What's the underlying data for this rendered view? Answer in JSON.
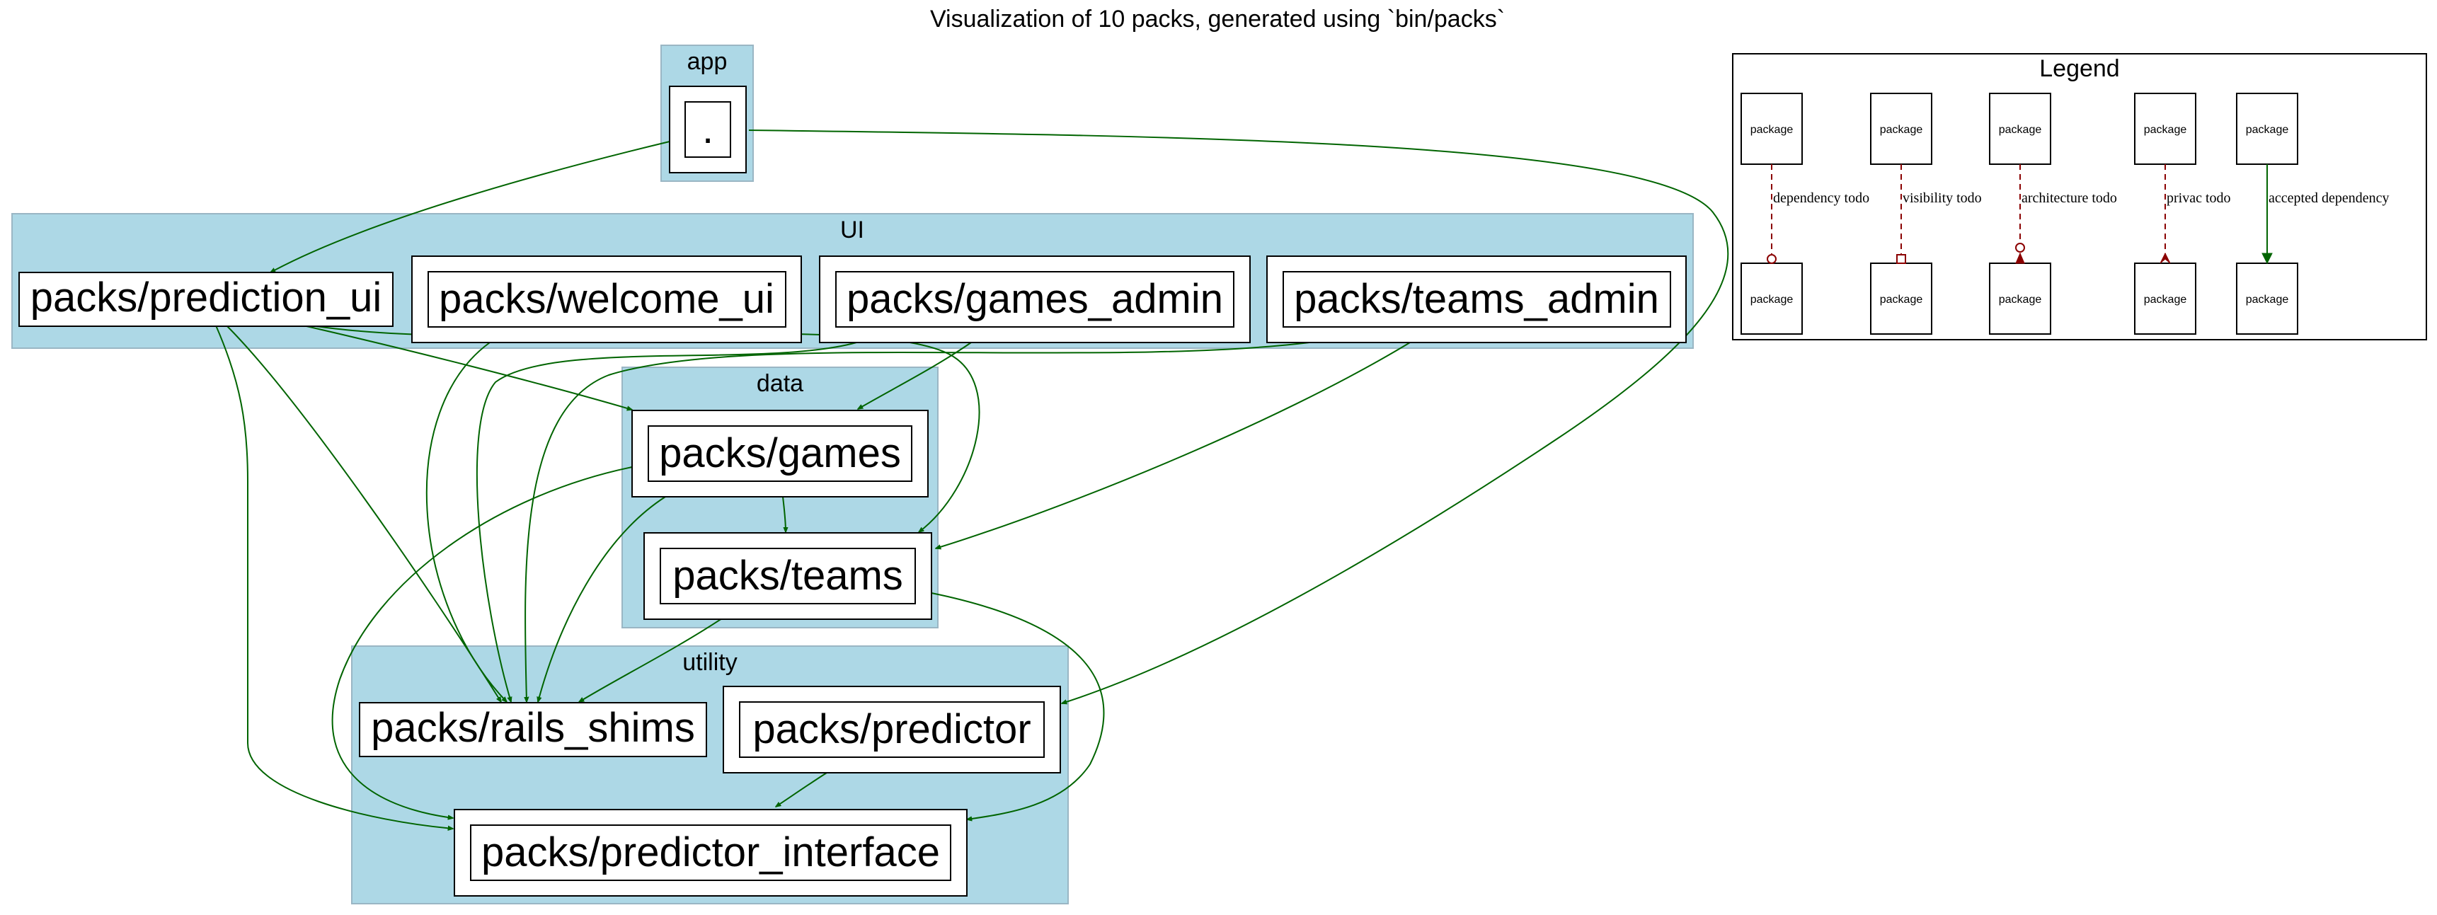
{
  "title": "Visualization of 10 packs, generated using `bin/packs`",
  "colors": {
    "cluster_fill": "#add8e6",
    "cluster_stroke": "#9ab6c4",
    "edge_ok": "#006400",
    "edge_todo": "#8b0000"
  },
  "clusters": [
    {
      "id": "app",
      "label": "app"
    },
    {
      "id": "ui",
      "label": "UI"
    },
    {
      "id": "data",
      "label": "data"
    },
    {
      "id": "utility",
      "label": "utility"
    }
  ],
  "packages": [
    {
      "id": "root",
      "label": "."
    },
    {
      "id": "prediction_ui",
      "label": "packs/prediction_ui"
    },
    {
      "id": "welcome_ui",
      "label": "packs/welcome_ui"
    },
    {
      "id": "games_admin",
      "label": "packs/games_admin"
    },
    {
      "id": "teams_admin",
      "label": "packs/teams_admin"
    },
    {
      "id": "games",
      "label": "packs/games"
    },
    {
      "id": "teams",
      "label": "packs/teams"
    },
    {
      "id": "rails_shims",
      "label": "packs/rails_shims"
    },
    {
      "id": "predictor",
      "label": "packs/predictor"
    },
    {
      "id": "predictor_interface",
      "label": "packs/predictor_interface"
    }
  ],
  "dependencies": [
    {
      "from": "root",
      "to": "prediction_ui"
    },
    {
      "from": "root",
      "to": "predictor"
    },
    {
      "from": "prediction_ui",
      "to": "games"
    },
    {
      "from": "prediction_ui",
      "to": "teams"
    },
    {
      "from": "prediction_ui",
      "to": "rails_shims"
    },
    {
      "from": "prediction_ui",
      "to": "predictor_interface"
    },
    {
      "from": "welcome_ui",
      "to": "rails_shims"
    },
    {
      "from": "games_admin",
      "to": "games"
    },
    {
      "from": "games_admin",
      "to": "rails_shims"
    },
    {
      "from": "teams_admin",
      "to": "teams"
    },
    {
      "from": "teams_admin",
      "to": "rails_shims"
    },
    {
      "from": "games",
      "to": "teams"
    },
    {
      "from": "games",
      "to": "rails_shims"
    },
    {
      "from": "games",
      "to": "predictor_interface"
    },
    {
      "from": "teams",
      "to": "rails_shims"
    },
    {
      "from": "teams",
      "to": "predictor_interface"
    },
    {
      "from": "predictor",
      "to": "predictor_interface"
    }
  ],
  "legend": {
    "title": "Legend",
    "node_label": "package",
    "items": [
      {
        "label": "dependency todo",
        "style": "dashed",
        "color": "#8b0000",
        "arrowhead": "odot"
      },
      {
        "label": "visibility todo",
        "style": "dashed",
        "color": "#8b0000",
        "arrowhead": "obox"
      },
      {
        "label": "architecture todo",
        "style": "dashed",
        "color": "#8b0000",
        "arrowhead": "invodot"
      },
      {
        "label": "privac todo",
        "style": "dashed",
        "color": "#8b0000",
        "arrowhead": "crow"
      },
      {
        "label": "accepted dependency",
        "style": "solid",
        "color": "#006400",
        "arrowhead": "normal"
      }
    ]
  }
}
